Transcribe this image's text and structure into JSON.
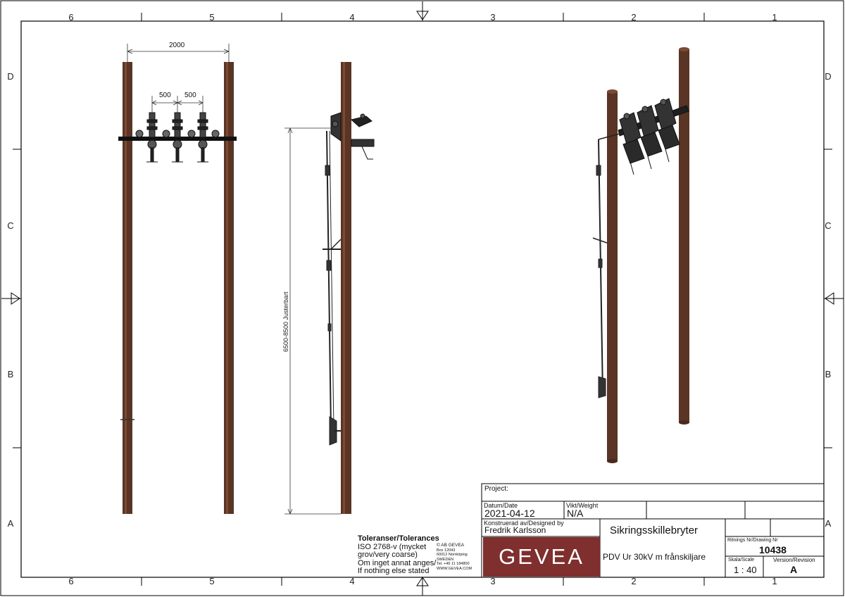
{
  "zones": {
    "columns": [
      "6",
      "5",
      "4",
      "3",
      "2",
      "1"
    ],
    "rows": [
      "D",
      "C",
      "B",
      "A"
    ]
  },
  "dimensions": {
    "pole_spacing": "2000",
    "phase_spacing_left": "500",
    "phase_spacing_right": "500",
    "height_range": "6500-8500 Justerbart"
  },
  "tolerances": {
    "heading": "Toleranser/Tolerances",
    "line1": "ISO 2768-v (mycket",
    "line2": "grov/very coarse)",
    "line3": "Om inget annat anges/",
    "line4": "If nothing else stated"
  },
  "company": {
    "name": "AB GEVEA",
    "box": "Box 12043",
    "city": "60012 Norrköping",
    "country": "SWEDEN",
    "phone": "Tel. +46 11 184800",
    "web": "WWW.GEVEA.COM",
    "logo": "GEVEA",
    "logo_color": "#7e2f2e"
  },
  "title_block": {
    "project_label": "Project:",
    "project_value": "",
    "date_label": "Datum/Date",
    "date_value": "2021-04-12",
    "weight_label": "Vikt/Weight",
    "weight_value": "N/A",
    "designer_label": "Konstruerad av/Designed by",
    "designer_value": "Fredrik Karlsson",
    "title": "Sikringsskillebryter",
    "subtitle": "PDV Ur 30kV m frånskiljare",
    "drawing_label": "Ritnings Nr/Drawing Nr",
    "drawing_value": "10438",
    "scale_label": "Skala/Scale",
    "scale_value": "1 : 40",
    "revision_label": "Version/Revision",
    "revision_value": "A"
  },
  "colors": {
    "pole": "#5a3424",
    "pole_highlight": "#7a4a34",
    "hardware": "#1a1a1a",
    "frame": "#000000"
  }
}
